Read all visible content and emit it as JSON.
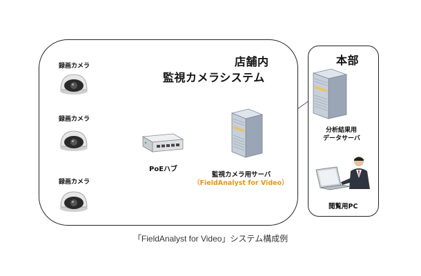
{
  "store": {
    "title_line1": "店舗内",
    "title_line2": "監視カメラシステム",
    "cameras": [
      {
        "label": "録画カメラ"
      },
      {
        "label": "録画カメラ"
      },
      {
        "label": "録画カメラ"
      }
    ],
    "poe_hub_label": "PoEハブ",
    "server_label": "監視カメラ用サーバ",
    "server_product": "（FieldAnalyst for Video）"
  },
  "hq": {
    "title": "本部",
    "server_label_line1": "分析結果用",
    "server_label_line2": "データサーバ",
    "pc_label": "閲覧用PC"
  },
  "caption": "「FieldAnalyst for Video」システム構成例",
  "colors": {
    "line": "#555555",
    "product_text": "#e3961a",
    "server_body": "#b8c4d3",
    "camera_body": "#e6e6e6"
  }
}
